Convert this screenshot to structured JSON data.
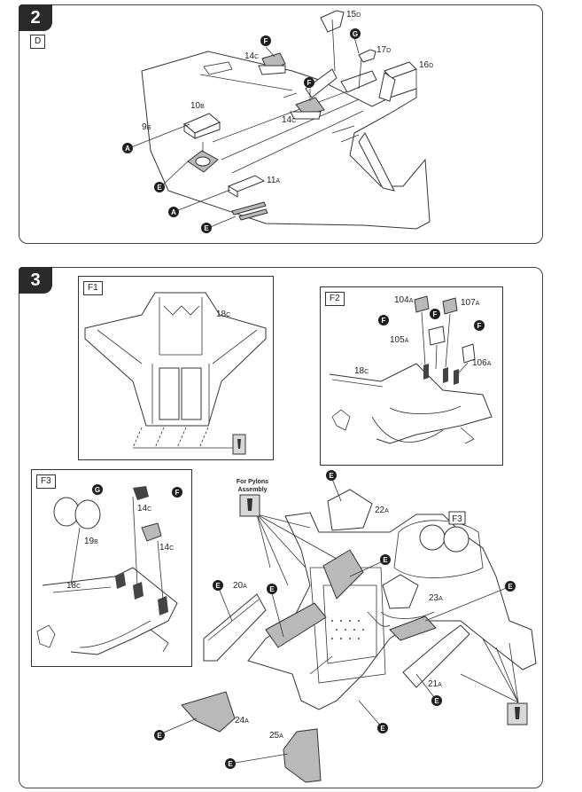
{
  "steps": [
    {
      "number": "2",
      "view_tag": "D",
      "parts": [
        {
          "num": "15",
          "sub": "D"
        },
        {
          "num": "17",
          "sub": "D"
        },
        {
          "num": "16",
          "sub": "D"
        },
        {
          "num": "14",
          "sub": "C"
        },
        {
          "num": "14",
          "sub": "C"
        },
        {
          "num": "10",
          "sub": "B"
        },
        {
          "num": "9",
          "sub": "B"
        },
        {
          "num": "11",
          "sub": "A"
        }
      ],
      "markers": [
        "F",
        "G",
        "F",
        "A",
        "E",
        "A",
        "E"
      ]
    },
    {
      "number": "3",
      "insets": [
        {
          "tag": "F1",
          "parts": [
            {
              "num": "18",
              "sub": "C"
            }
          ]
        },
        {
          "tag": "F2",
          "parts": [
            {
              "num": "104",
              "sub": "A"
            },
            {
              "num": "107",
              "sub": "A"
            },
            {
              "num": "105",
              "sub": "A"
            },
            {
              "num": "106",
              "sub": "A"
            },
            {
              "num": "18",
              "sub": "C"
            }
          ],
          "markers": [
            "F",
            "F",
            "F"
          ]
        },
        {
          "tag": "F3",
          "parts": [
            {
              "num": "14",
              "sub": "C"
            },
            {
              "num": "14",
              "sub": "C"
            },
            {
              "num": "19",
              "sub": "B"
            },
            {
              "num": "18",
              "sub": "C"
            }
          ],
          "markers": [
            "G",
            "F"
          ]
        }
      ],
      "pylons_note": [
        "For Pylons",
        "Assembly"
      ],
      "f3_tag": "F3",
      "parts": [
        {
          "num": "22",
          "sub": "A"
        },
        {
          "num": "20",
          "sub": "A"
        },
        {
          "num": "23",
          "sub": "A"
        },
        {
          "num": "21",
          "sub": "A"
        },
        {
          "num": "24",
          "sub": "A"
        },
        {
          "num": "25",
          "sub": "A"
        }
      ],
      "markers": [
        "E",
        "E",
        "E",
        "E",
        "E",
        "E",
        "E",
        "E",
        "E"
      ]
    }
  ],
  "colors": {
    "paint_fill": "#b9b9b9",
    "marker": "#1e1e1e",
    "badge": "#2a2a2a"
  },
  "icons": [
    "paint-marker-icon",
    "glue-tube-icon"
  ]
}
